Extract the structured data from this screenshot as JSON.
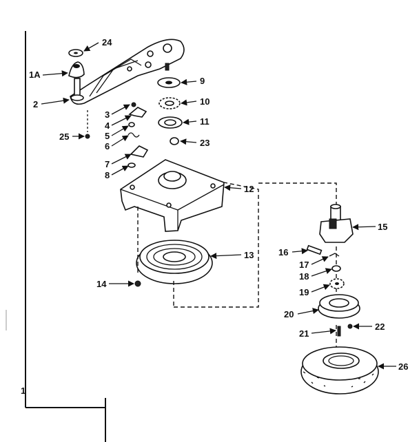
{
  "callouts": {
    "c24": "24",
    "c1a": "1A",
    "c2": "2",
    "c3": "3",
    "c4": "4",
    "c5": "5",
    "c6": "6",
    "c7": "7",
    "c8": "8",
    "c25": "25",
    "c9": "9",
    "c10": "10",
    "c11": "11",
    "c23": "23",
    "c12": "12",
    "c13": "13",
    "c14": "14",
    "c15": "15",
    "c16": "16",
    "c17": "17",
    "c18": "18",
    "c19": "19",
    "c20": "20",
    "c21": "21",
    "c22": "22",
    "c26": "26"
  },
  "corner_mark": "1"
}
